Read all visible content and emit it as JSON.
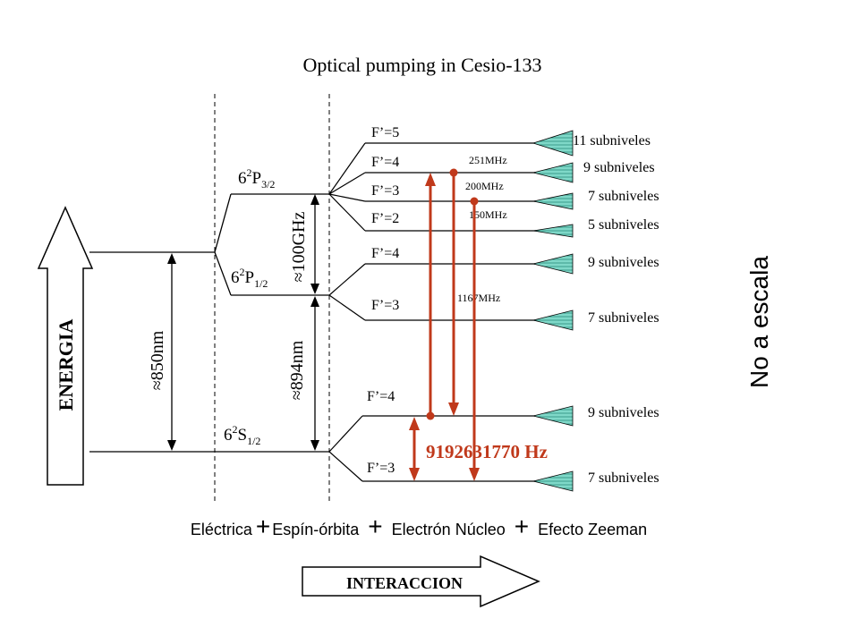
{
  "title": "Optical pumping in Cesio-133",
  "energy_label": "ENERGIA",
  "interaction_label": "INTERACCION",
  "scale_note": "No a escala",
  "states": {
    "p32": {
      "prefix": "6",
      "sup": "2",
      "main": "P",
      "sub": "3/2"
    },
    "p12": {
      "prefix": "6",
      "sup": "2",
      "main": "P",
      "sub": "1/2"
    },
    "s12": {
      "prefix": "6",
      "sup": "2",
      "main": "S",
      "sub": "1/2"
    }
  },
  "wavelengths": {
    "w850": "≈850nm",
    "w894": "≈894nm",
    "f100": "≈100GHz"
  },
  "levels": {
    "p32_f5": "F’=5",
    "p32_f4": "F’=4",
    "p32_f3": "F’=3",
    "p32_f2": "F’=2",
    "p12_f4": "F’=4",
    "p12_f3": "F’=3",
    "s12_f4": "F’=4",
    "s12_f3": "F’=3"
  },
  "splittings": {
    "s251": "251MHz",
    "s200": "200MHz",
    "s150": "150MHz",
    "s1167": "1167MHz"
  },
  "sublevels": {
    "p32_f5": "11 subniveles",
    "p32_f4": "9 subniveles",
    "p32_f3": "7 subniveles",
    "p32_f2": "5 subniveles",
    "p12_f4": "9 subniveles",
    "p12_f3": "7 subniveles",
    "s12_f4": "9 subniveles",
    "s12_f3": "7 subniveles"
  },
  "clock_frequency": "9192631770 Hz",
  "interactions": {
    "electrica": "Eléctrica",
    "plus1": "+",
    "espin_orbita": "Espín-órbita",
    "plus2": "+",
    "electron_nucleo": "Electrón Núcleo",
    "plus3": "+",
    "zeeman": "Efecto Zeeman"
  },
  "colors": {
    "transition": "#c0391b",
    "fan_fill": "#7fd8c8",
    "arrow_fill": "#ffffff",
    "line": "#000000"
  }
}
